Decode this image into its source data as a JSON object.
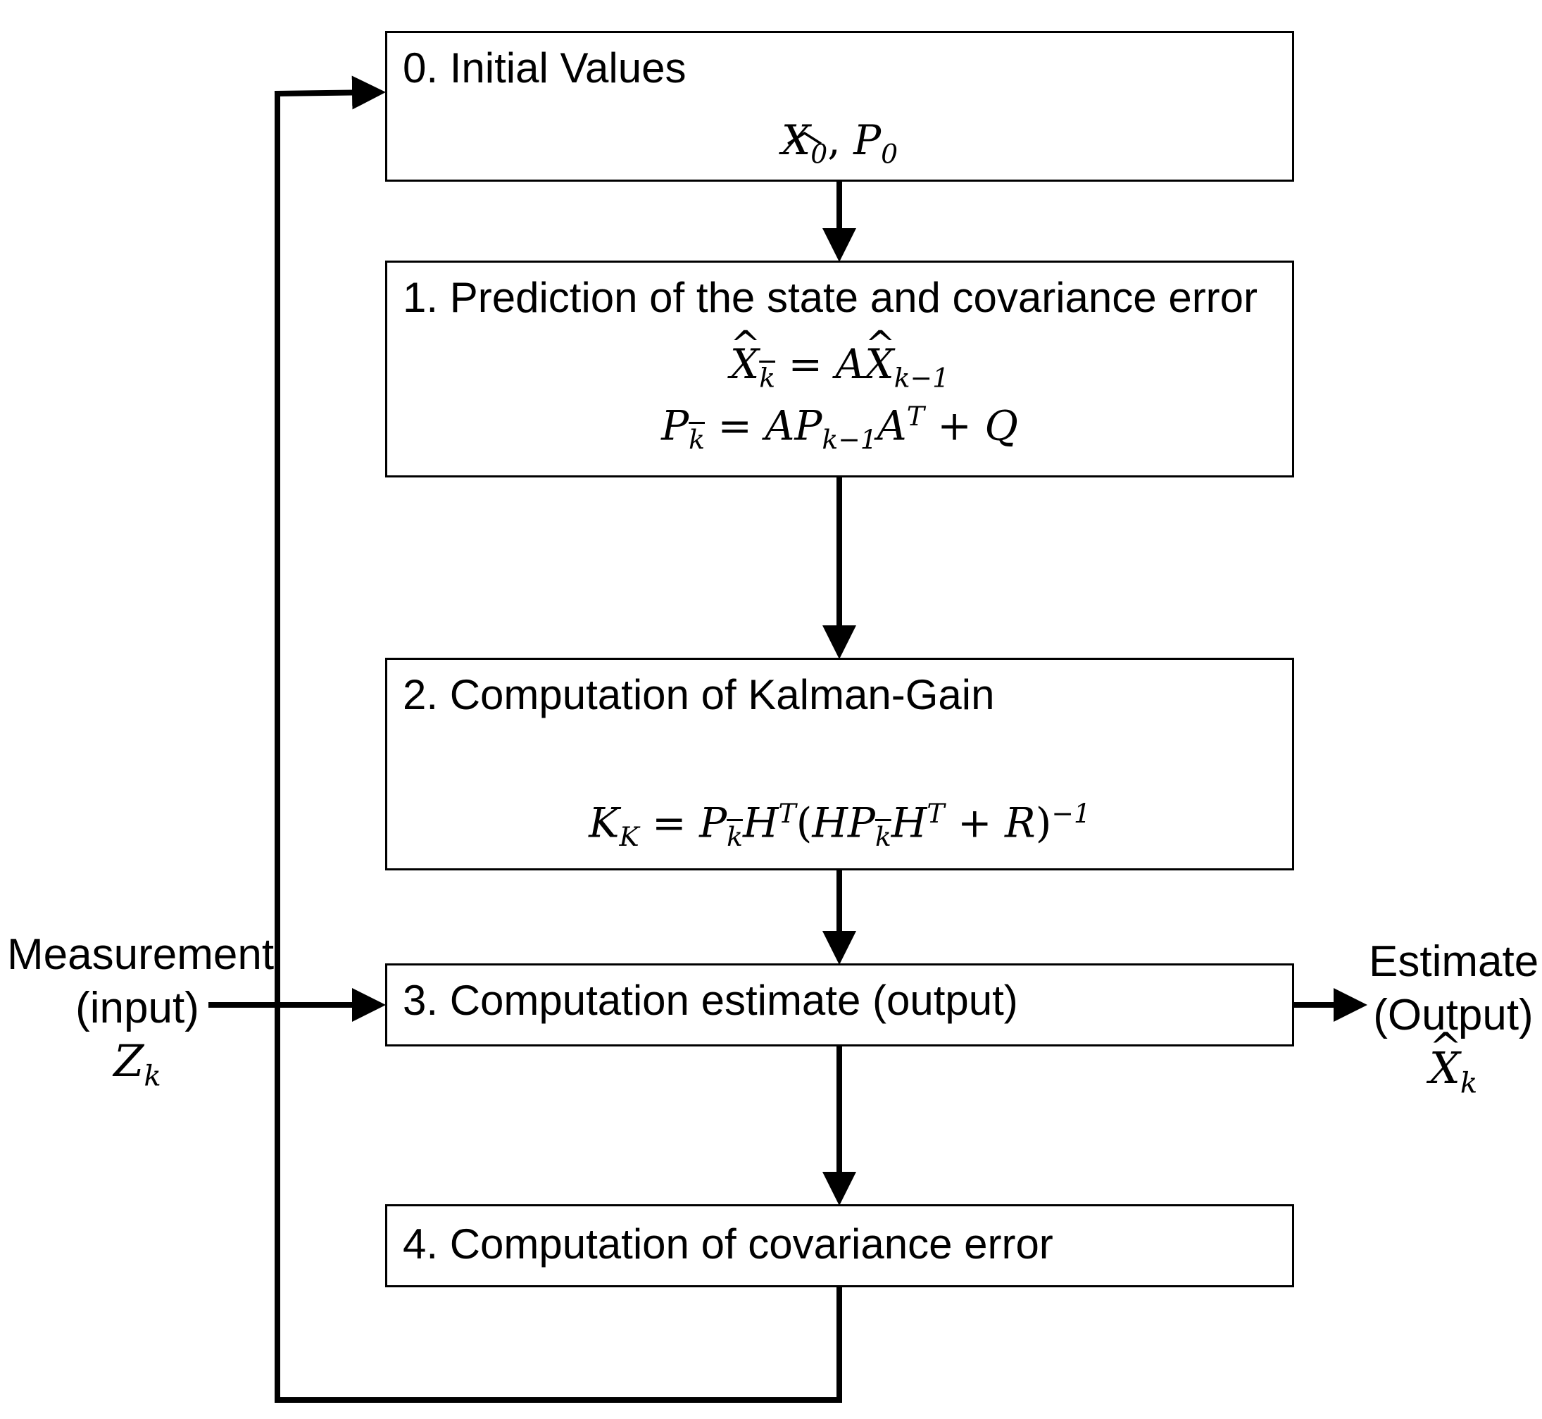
{
  "steps": [
    {
      "heading": "0. Initial Values",
      "equation": {
        "x0": "X",
        "x0_sub": "0",
        "p0": "P",
        "p0_sub": "0"
      }
    },
    {
      "heading": "1.  Prediction of the state and covariance error",
      "eq1": {
        "lhs": "X",
        "lhs_sub": "k",
        "rhs_a": "A",
        "rhs_x": "X",
        "rhs_sub": "k−1"
      },
      "eq2": {
        "lhs": "P",
        "lhs_sub": "k",
        "a1": "A",
        "p": "P",
        "p_sub": "k−1",
        "a2": "A",
        "t": "T",
        "q": "Q"
      }
    },
    {
      "heading": "2. Computation of Kalman-Gain",
      "equation": {
        "k": "K",
        "k_sub": "K",
        "p": "P",
        "p_sub": "k",
        "h": "H",
        "t": "T",
        "h2": "H",
        "p2": "P",
        "p2_sub": "k",
        "h3": "H",
        "t2": "T",
        "r": "R",
        "inv": "−1"
      }
    },
    {
      "heading": "3. Computation estimate (output)"
    },
    {
      "heading": "4. Computation of covariance error"
    }
  ],
  "input": {
    "line1": "Measurement",
    "line2": "(input)",
    "var": "Z",
    "var_sub": "k"
  },
  "output": {
    "line1": "Estimate",
    "line2": "(Output)",
    "var": "X",
    "var_sub": "k"
  },
  "colors": {
    "stroke": "#000000",
    "background": "#ffffff"
  }
}
